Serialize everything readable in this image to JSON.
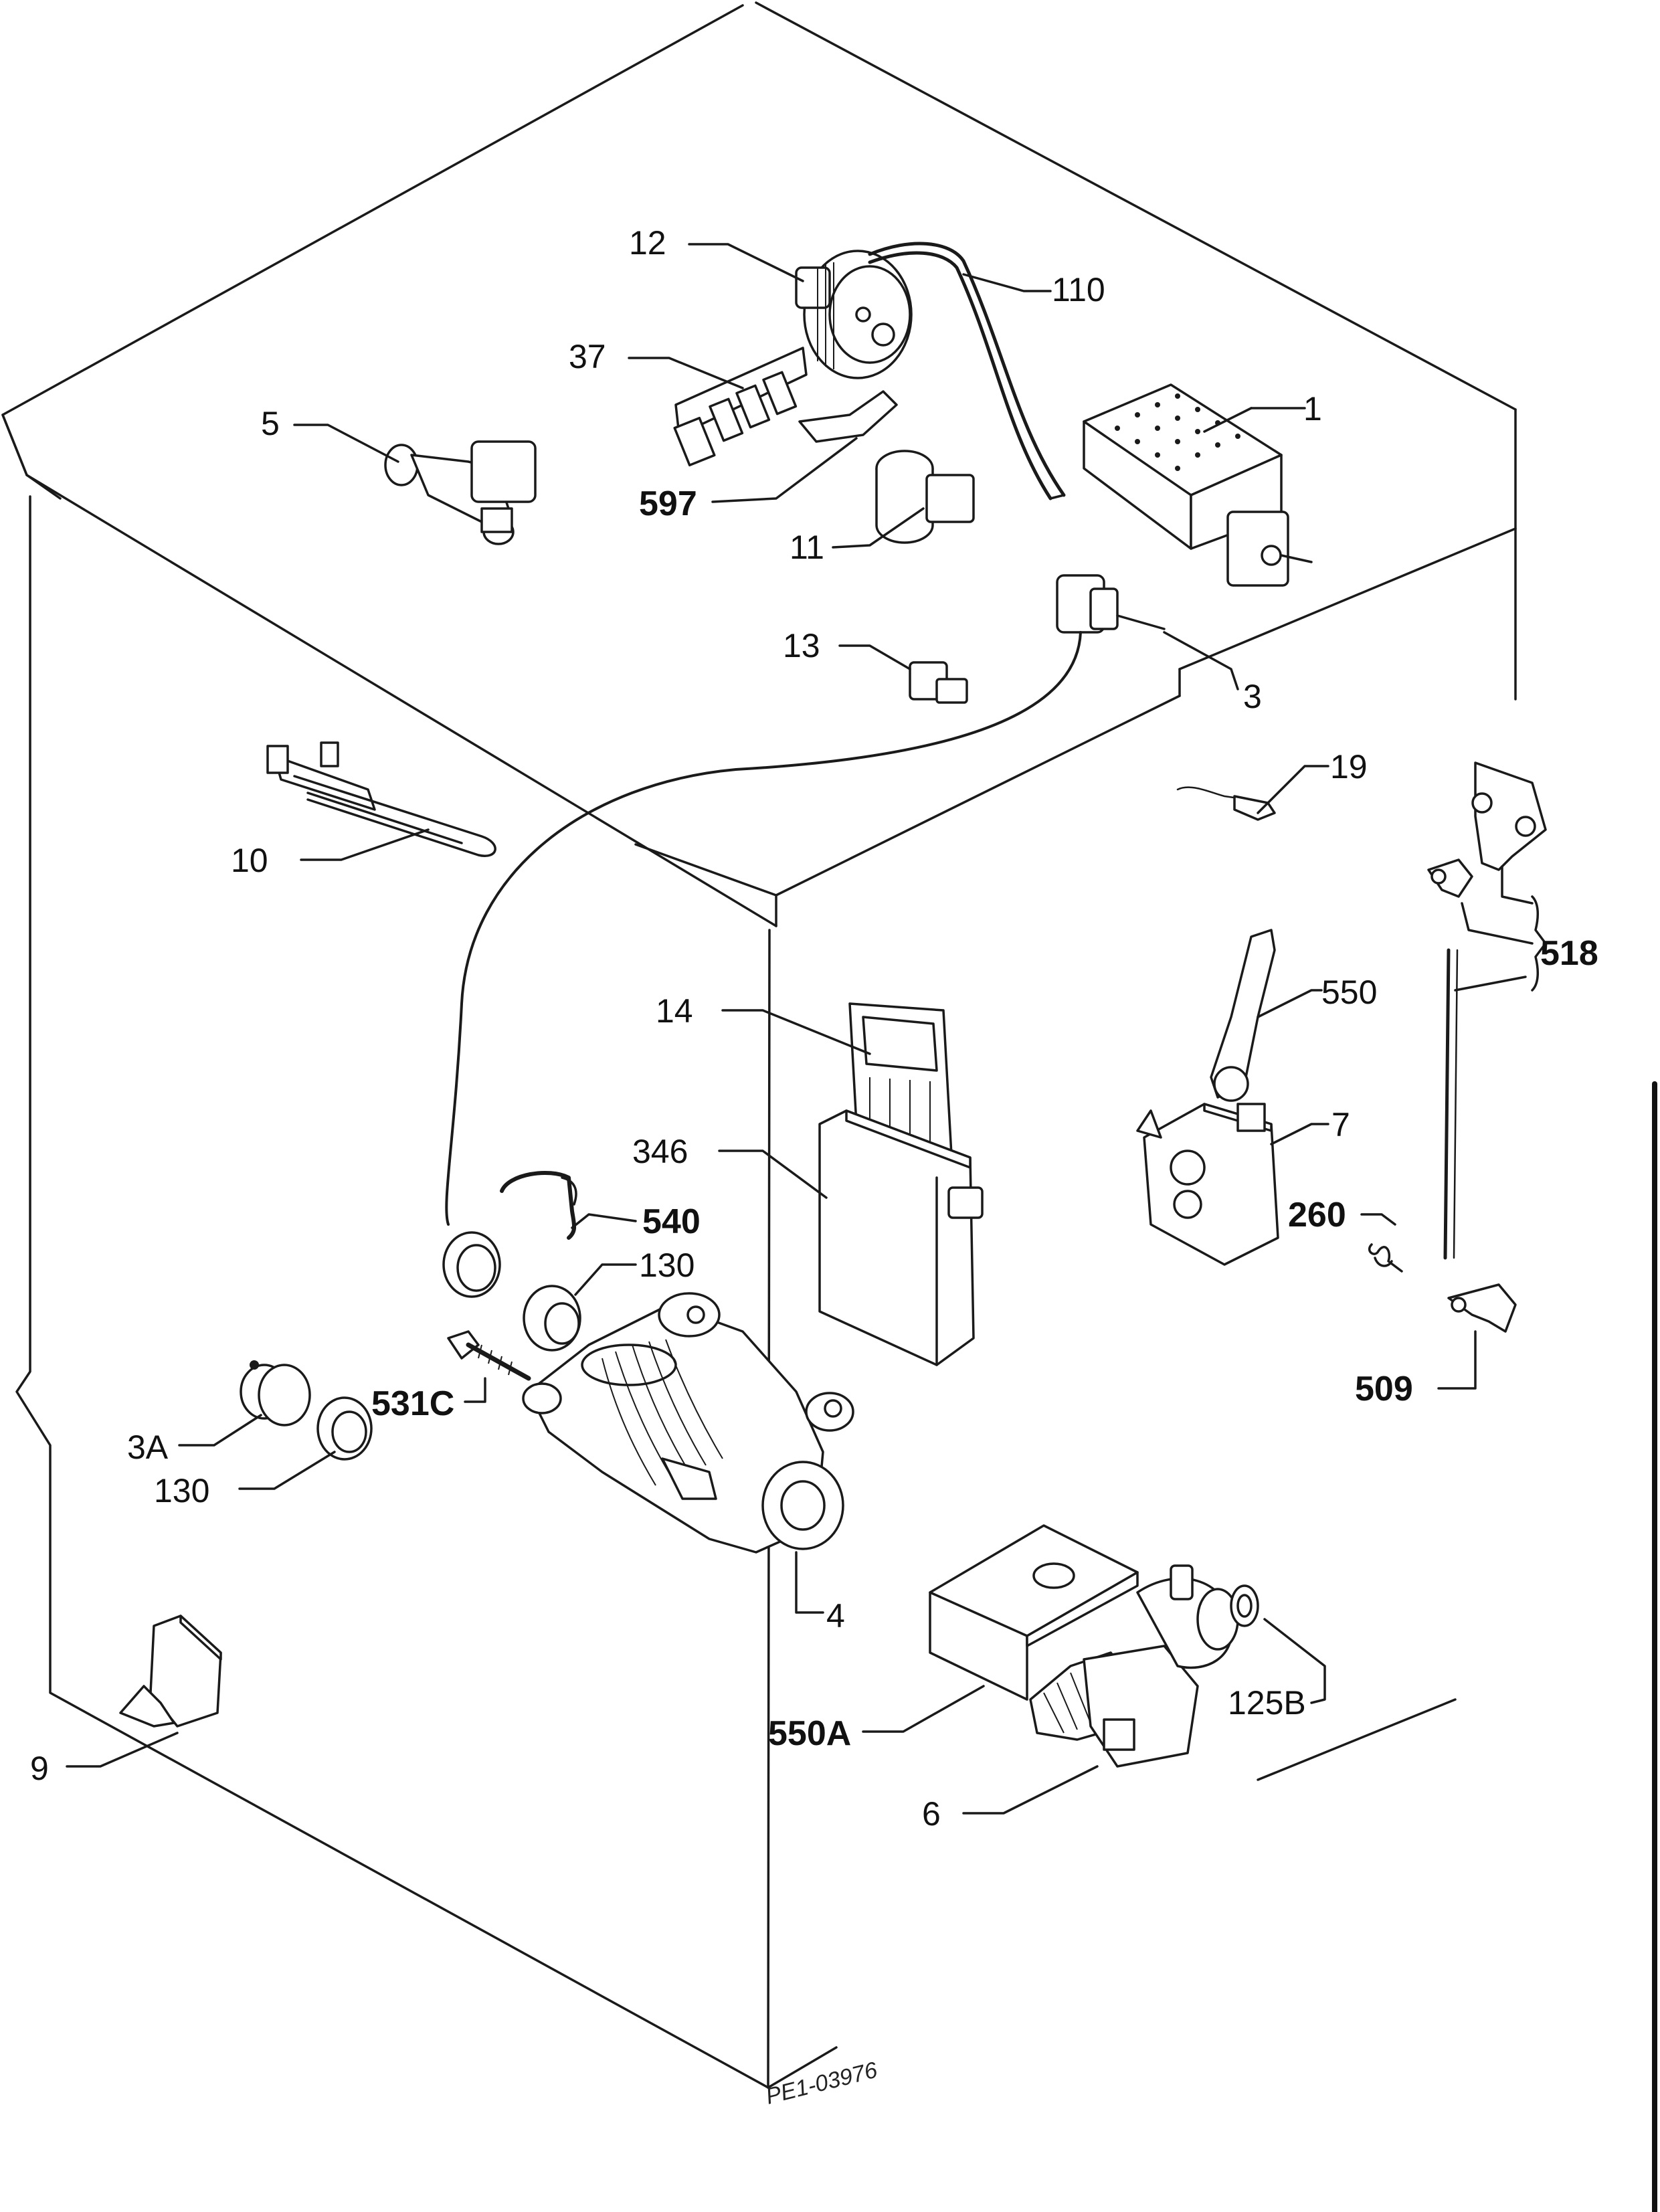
{
  "labels": {
    "p12": "12",
    "p110": "110",
    "p37": "37",
    "p5": "5",
    "p1": "1",
    "p597": "597",
    "p11": "11",
    "p13": "13",
    "p3": "3",
    "p19": "19",
    "p10": "10",
    "p518": "518",
    "p550": "550",
    "p14": "14",
    "p7": "7",
    "p346": "346",
    "p540": "540",
    "p260": "260",
    "p130a": "130",
    "p509": "509",
    "p531c": "531C",
    "p3a": "3A",
    "p130b": "130",
    "p4": "4",
    "p125b": "125B",
    "p9": "9",
    "p550a": "550A",
    "p6": "6"
  },
  "drawing_code": "PE1-03976"
}
